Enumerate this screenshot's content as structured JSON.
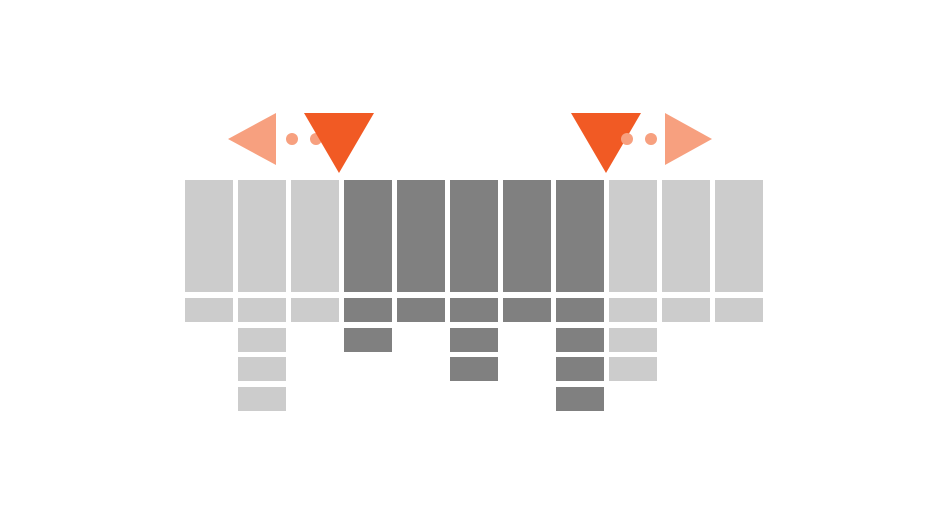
{
  "diagram": {
    "columns": [
      {
        "shade": "light",
        "stack": 1
      },
      {
        "shade": "light",
        "stack": 4
      },
      {
        "shade": "light",
        "stack": 1
      },
      {
        "shade": "dark",
        "stack": 2
      },
      {
        "shade": "dark",
        "stack": 1
      },
      {
        "shade": "dark",
        "stack": 3
      },
      {
        "shade": "dark",
        "stack": 1
      },
      {
        "shade": "dark",
        "stack": 4
      },
      {
        "shade": "light",
        "stack": 3
      },
      {
        "shade": "light",
        "stack": 1
      },
      {
        "shade": "light",
        "stack": 1
      }
    ],
    "markers": {
      "left_window_boundary": "down-triangle-icon",
      "right_window_boundary": "down-triangle-icon",
      "left_direction": "left-arrow-icon",
      "right_direction": "right-arrow-icon"
    },
    "colors": {
      "light": "#cccccc",
      "dark": "#808080",
      "accent": "#f15a24",
      "accent_light": "#f7a07f",
      "background": "#ffffff"
    }
  }
}
